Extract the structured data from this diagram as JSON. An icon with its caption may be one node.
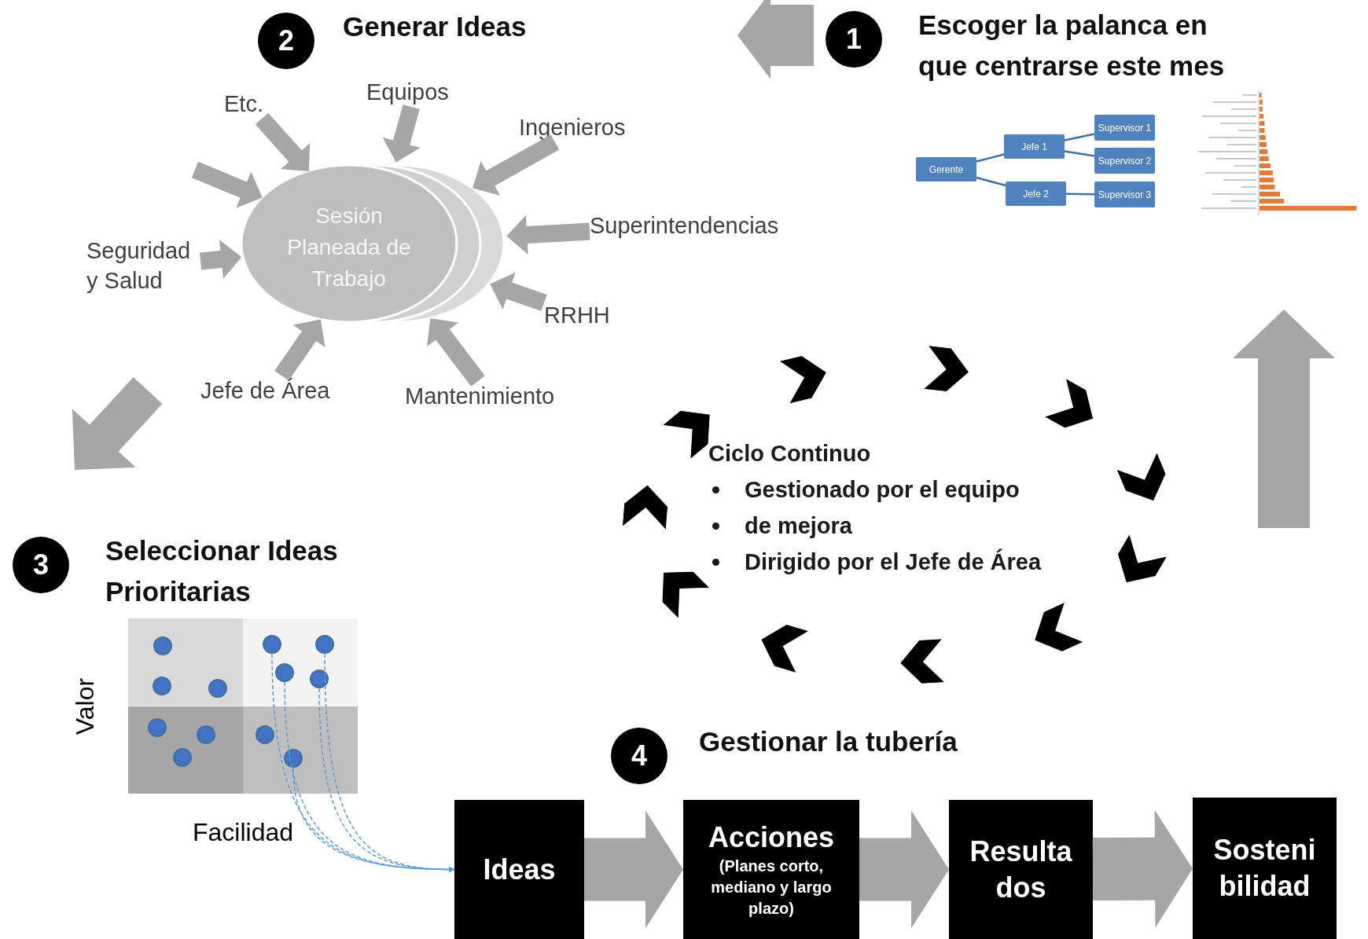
{
  "diagram": {
    "nodes": [
      {
        "text": [
          "1",
          "Escoger la palanca en que centrarse este mes"
        ]
      },
      {
        "text": [
          "Gerente"
        ]
      },
      {
        "text": [
          "Jefe 1"
        ]
      },
      {
        "text": [
          "Jefe 2"
        ]
      },
      {
        "text": [
          "Supervisor 1"
        ]
      },
      {
        "text": [
          "Supervisor 2"
        ]
      },
      {
        "text": [
          "Supervisor 3"
        ]
      },
      {
        "text": [
          "2",
          "Generar Ideas"
        ]
      },
      {
        "text": [
          "Sesión Planeada de Trabajo"
        ]
      },
      {
        "text": [
          "Etc."
        ]
      },
      {
        "text": [
          "Equipos"
        ]
      },
      {
        "text": [
          "Ingenieros"
        ]
      },
      {
        "text": [
          "Superintendencias"
        ]
      },
      {
        "text": [
          "RRHH"
        ]
      },
      {
        "text": [
          "Mantenimiento"
        ]
      },
      {
        "text": [
          "Jefe de Área"
        ]
      },
      {
        "text": [
          "Seguridad y Salud"
        ]
      },
      {
        "text": [
          "3",
          "Seleccionar Ideas Prioritarias"
        ]
      },
      {
        "text": [],
        "shape": "box",
        "beside": [
          "Valor",
          "Facilidad"
        ]
      },
      {
        "text": [],
        "shape": "circle",
        "in": 18
      },
      {
        "text": [],
        "shape": "circle",
        "in": 18
      },
      {
        "text": [],
        "shape": "circle",
        "in": 18
      },
      {
        "text": [],
        "shape": "circle",
        "in": 18
      },
      {
        "text": [],
        "shape": "circle",
        "in": 18
      },
      {
        "text": [],
        "shape": "circle",
        "in": 18
      },
      {
        "text": [],
        "shape": "circle",
        "in": 18
      },
      {
        "text": [],
        "shape": "circle",
        "in": 18
      },
      {
        "text": [],
        "shape": "circle",
        "in": 18
      },
      {
        "text": [],
        "shape": "circle",
        "in": 18
      },
      {
        "text": [],
        "shape": "circle",
        "in": 18
      },
      {
        "text": [],
        "shape": "circle",
        "in": 18
      },
      {
        "text": [
          "4",
          "Gestionar la tubería"
        ]
      },
      {
        "text": [
          "Ideas"
        ]
      },
      {
        "text": [
          "Acciones",
          "(Planes corto, mediano y largo plazo)"
        ]
      },
      {
        "text": [
          "Resulta dos"
        ]
      },
      {
        "text": [
          "Sosteni bilidad"
        ]
      }
    ],
    "edges": [
      {
        "from": 1,
        "to": 2,
        "arrow": "none",
        "color": "#41719c"
      },
      {
        "from": 1,
        "to": 3,
        "arrow": "none",
        "color": "#41719c"
      },
      {
        "from": 2,
        "to": 4,
        "arrow": "none",
        "color": "#41719c"
      },
      {
        "from": 2,
        "to": 5,
        "arrow": "none",
        "color": "#41719c"
      },
      {
        "from": 3,
        "to": 6,
        "arrow": "none",
        "color": "#41719c"
      },
      {
        "from": 9,
        "to": 8,
        "arrow": "to",
        "style": "thick"
      },
      {
        "from": 10,
        "to": 8,
        "arrow": "to",
        "style": "thick"
      },
      {
        "from": 11,
        "to": 8,
        "arrow": "to",
        "style": "thick"
      },
      {
        "from": 12,
        "to": 8,
        "arrow": "to",
        "style": "thick"
      },
      {
        "from": 13,
        "to": 8,
        "arrow": "to",
        "style": "thick"
      },
      {
        "from": 14,
        "to": 8,
        "arrow": "to",
        "style": "thick"
      },
      {
        "from": 15,
        "to": 8,
        "arrow": "to",
        "style": "thick"
      },
      {
        "from": 16,
        "to": 8,
        "arrow": "to",
        "style": "thick"
      },
      {
        "from": null,
        "to": 8,
        "arrow": "to",
        "style": "thick"
      },
      {
        "from": 20,
        "to": 32,
        "arrow": "to",
        "style": "dashed",
        "color": "#5b9bd5"
      },
      {
        "from": 21,
        "to": 32,
        "arrow": "to",
        "style": "dashed",
        "color": "#5b9bd5"
      },
      {
        "from": 22,
        "to": 32,
        "arrow": "to",
        "style": "dashed",
        "color": "#5b9bd5"
      },
      {
        "from": 23,
        "to": 32,
        "arrow": "to",
        "style": "dashed",
        "color": "#5b9bd5"
      },
      {
        "from": 30,
        "to": 32,
        "arrow": "to",
        "style": "dashed",
        "color": "#5b9bd5"
      },
      {
        "from": 32,
        "to": 33,
        "arrow": "to",
        "style": "thick"
      },
      {
        "from": 33,
        "to": 34,
        "arrow": "to",
        "style": "thick"
      },
      {
        "from": 34,
        "to": 35,
        "arrow": "to",
        "style": "thick"
      }
    ],
    "labels": [
      "Ciclo Continuo",
      "Gestionado por el equipo",
      "de mejora",
      "Dirigido por el Jefe de Área"
    ]
  }
}
